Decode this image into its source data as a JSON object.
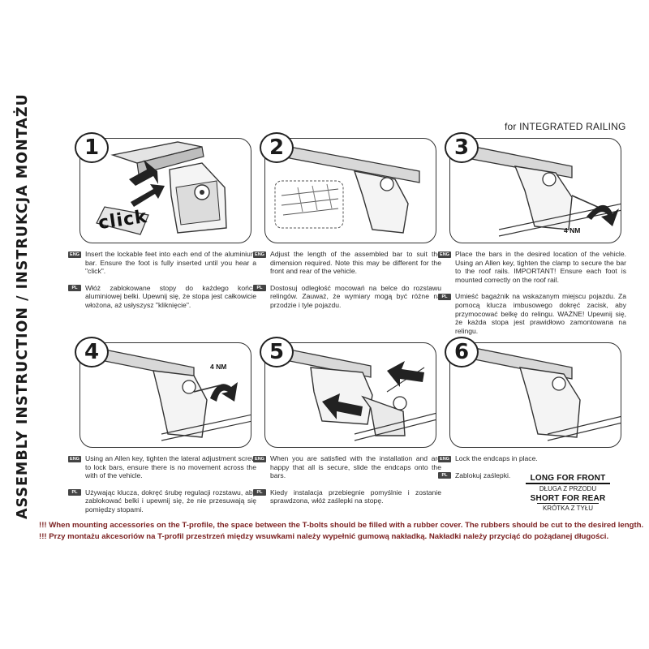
{
  "side_title": "ASSEMBLY INSTRUCTION / INSTRUKCJA MONTAŻU",
  "subtitle": "for INTEGRATED RAILING",
  "lang_codes": {
    "en": "ENG",
    "pl": "PL"
  },
  "steps": [
    {
      "number": "1",
      "image_text": "click",
      "en": "Insert the lockable feet into each end of the aluminium bar. Ensure the foot is fully inserted until you hear a \"click\".",
      "pl": "Włóż zablokowane stopy do każdego końca aluminiowej belki. Upewnij się, że stopa jest całkowicie włożona, aż usłyszysz \"kliknięcie\"."
    },
    {
      "number": "2",
      "en": "Adjust the length of the assembled bar to suit the dimension required. Note this may be different for the front and rear of the vehicle.",
      "pl": "Dostosuj odległość mocowań na belce do rozstawu relingów. Zauważ, że wymiary mogą być różne na przodzie i tyle pojazdu."
    },
    {
      "number": "3",
      "image_text": "4 NM",
      "en": "Place the bars in the desired location of the vehicle. Using an Allen key, tighten the clamp to secure the bar to the roof rails. IMPORTANT! Ensure each foot is mounted correctly on the roof rail.",
      "pl": "Umieść bagażnik na wskazanym miejscu pojazdu. Za pomocą klucza imbusowego dokręć zacisk, aby przymocować belkę do relingu. WAŻNE! Upewnij się, że każda stopa jest prawidłowo zamontowana na relingu."
    },
    {
      "number": "4",
      "image_text": "4 NM",
      "en": "Using an Allen key, tighten the lateral adjustment screw to lock bars, ensure there is no movement across the with of the vehicle.",
      "pl": "Używając klucza, dokręć śrubę regulacji rozstawu, aby zablokować belki i upewnij się, że nie przesuwają się pomiędzy stopami."
    },
    {
      "number": "5",
      "en": "When you are satisfied with the installation and are happy that all is secure, slide the endcaps onto the bars.",
      "pl": "Kiedy instalacja przebiegnie pomyślnie i zostanie sprawdzona, włóż zaślepki na stopę."
    },
    {
      "number": "6",
      "en": "Lock the endcaps in place.",
      "pl": "Zablokuj zaślepki."
    }
  ],
  "length_box": {
    "front_en": "LONG FOR FRONT",
    "front_pl": "DŁUGA Z PRZODU",
    "rear_en": "SHORT FOR REAR",
    "rear_pl": "KRÓTKA Z TYŁU"
  },
  "notes": {
    "en": "!!! When mounting accessories on the T-profile, the space between the T-bolts should be filled with a rubber cover. The rubbers should be cut to the desired length.",
    "pl": "!!! Przy montażu akcesoriów na T-profil przestrzeń między wsuwkami należy wypełnić gumową nakładką. Nakładki należy przyciąć do pożądanej długości."
  },
  "colors": {
    "ink": "#222222",
    "note": "#7a1f1f"
  }
}
